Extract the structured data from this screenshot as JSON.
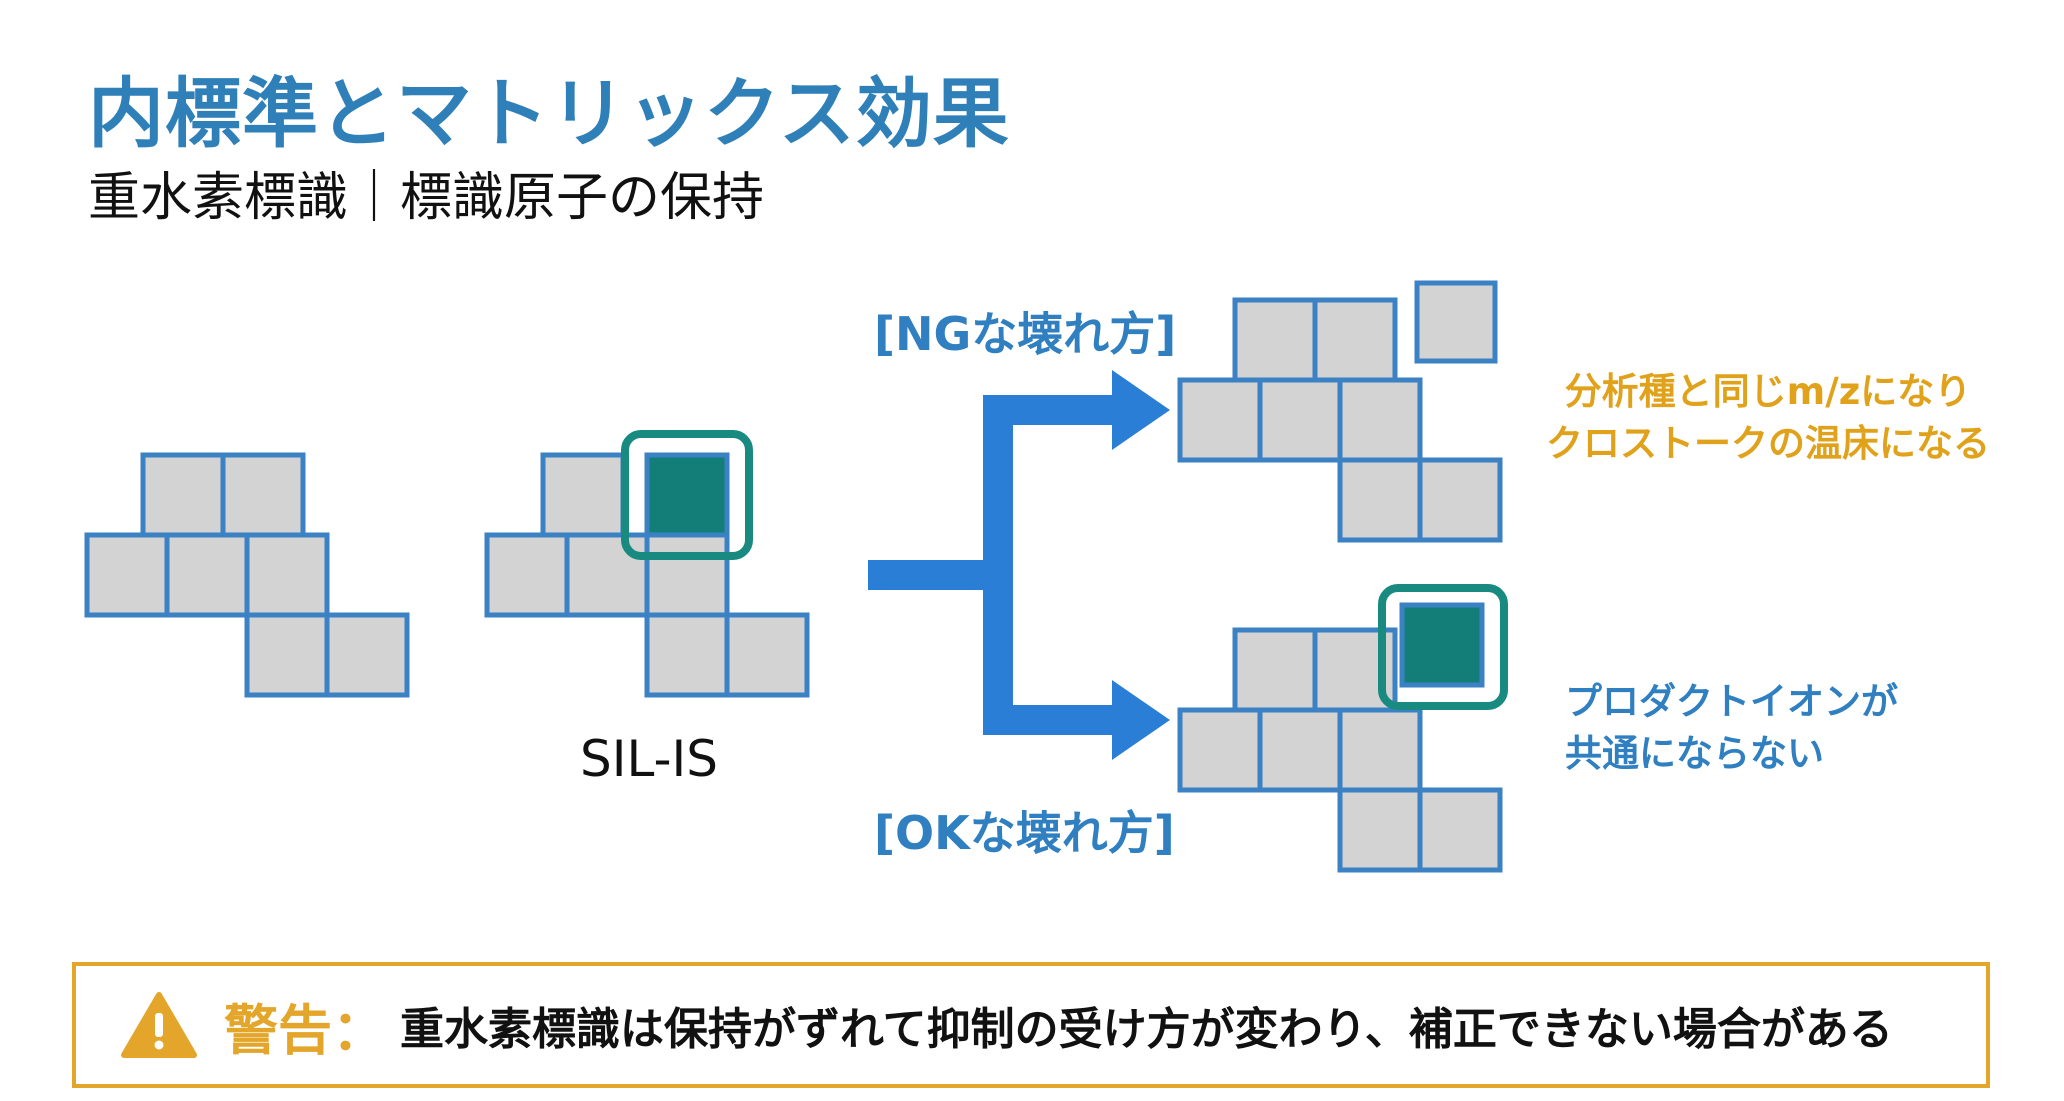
{
  "header": {
    "title": "内標準とマトリックス効果",
    "subtitle": "重水素標識｜標識原子の保持"
  },
  "diagram": {
    "sil_label": "SIL-IS",
    "ng_label": "[NGな壊れ方]",
    "ok_label": "[OKな壊れ方]",
    "ng_note": [
      "分析種と同じm/zになり",
      "クロストークの温床になる"
    ],
    "ok_note": [
      "プロダクトイオンが",
      "共通にならない"
    ],
    "colors": {
      "cell_fill": "#d3d3d3",
      "cell_stroke": "#3b82c4",
      "label_fill": "#137e78",
      "label_ring": "#198a7f",
      "arrow": "#2b7ed6",
      "warning": "#e3a52a"
    }
  },
  "warning": {
    "icon": "warning-triangle-icon",
    "label": "警告：",
    "text": "重水素標識は保持がずれて抑制の受け方が変わり、補正できない場合がある"
  }
}
